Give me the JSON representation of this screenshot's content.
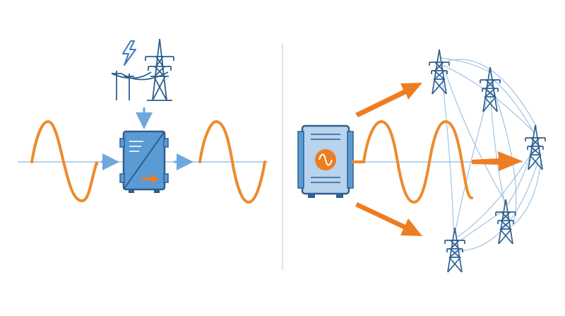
{
  "colors": {
    "background": "#ffffff",
    "wave": "#ee8a2e",
    "baseline": "#7aa9d4",
    "arrow_blue": "#6fa8dc",
    "device_fill": "#5b9bd5",
    "device_stroke": "#2e5f8f",
    "device_light": "#b7d3ee",
    "tower": "#2e5f8f",
    "bolt": "#3b7bbf",
    "accent_orange": "#ee7d22",
    "divider": "#d9d9d9",
    "network_line": "#9fc3e3"
  },
  "icons": {
    "left_source": "power-tower-with-lightning-icon",
    "left_converter": "inverter-box-icon",
    "right_converter": "grid-forming-inverter-icon",
    "right_nodes": "transmission-tower-icon"
  },
  "left_panel": {
    "input_wave": "distorted-sine-wave",
    "output_wave": "clean-sine-wave",
    "flow": [
      "input-wave",
      "converter",
      "output-wave"
    ],
    "source_feeds_converter": true
  },
  "right_panel": {
    "output_wave": "sine-wave",
    "tower_count": 5,
    "broadcast_arrow_count": 3,
    "interconnected_network": true
  }
}
